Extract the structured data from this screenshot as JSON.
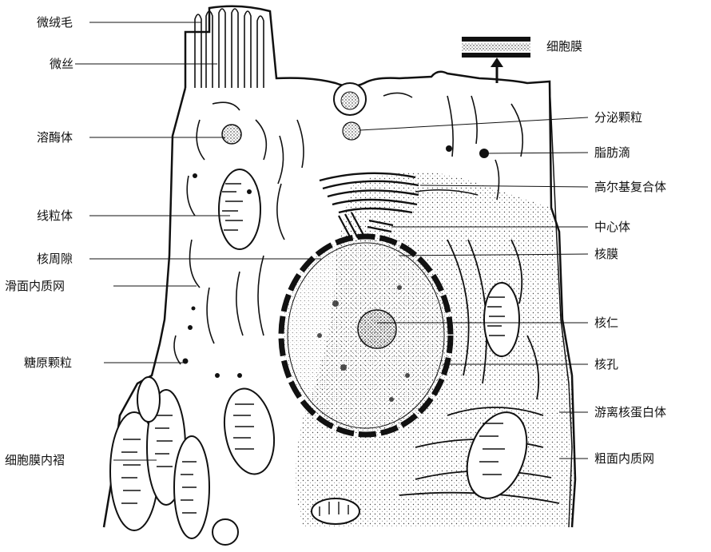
{
  "labels_left": [
    {
      "id": "microvilli",
      "text": "微绒毛"
    },
    {
      "id": "microfilament",
      "text": "微丝"
    },
    {
      "id": "lysosome",
      "text": "溶酶体"
    },
    {
      "id": "mitochondrion",
      "text": "线粒体"
    },
    {
      "id": "perinuclear-space",
      "text": "核周隙"
    },
    {
      "id": "smooth-er",
      "text": "滑面内质网"
    },
    {
      "id": "glycogen",
      "text": "糖原颗粒"
    },
    {
      "id": "membrane-infolding",
      "text": "细胞膜内褶"
    }
  ],
  "labels_right": [
    {
      "id": "cell-membrane",
      "text": "细胞膜"
    },
    {
      "id": "secretory-granule",
      "text": "分泌颗粒"
    },
    {
      "id": "lipid-droplet",
      "text": "脂肪滴"
    },
    {
      "id": "golgi",
      "text": "高尔基复合体"
    },
    {
      "id": "centrosome",
      "text": "中心体"
    },
    {
      "id": "nuclear-envelope",
      "text": "核膜"
    },
    {
      "id": "nucleolus",
      "text": "核仁"
    },
    {
      "id": "nuclear-pore",
      "text": "核孔"
    },
    {
      "id": "free-ribosome",
      "text": "游离核蛋白体"
    },
    {
      "id": "rough-er",
      "text": "粗面内质网"
    }
  ]
}
